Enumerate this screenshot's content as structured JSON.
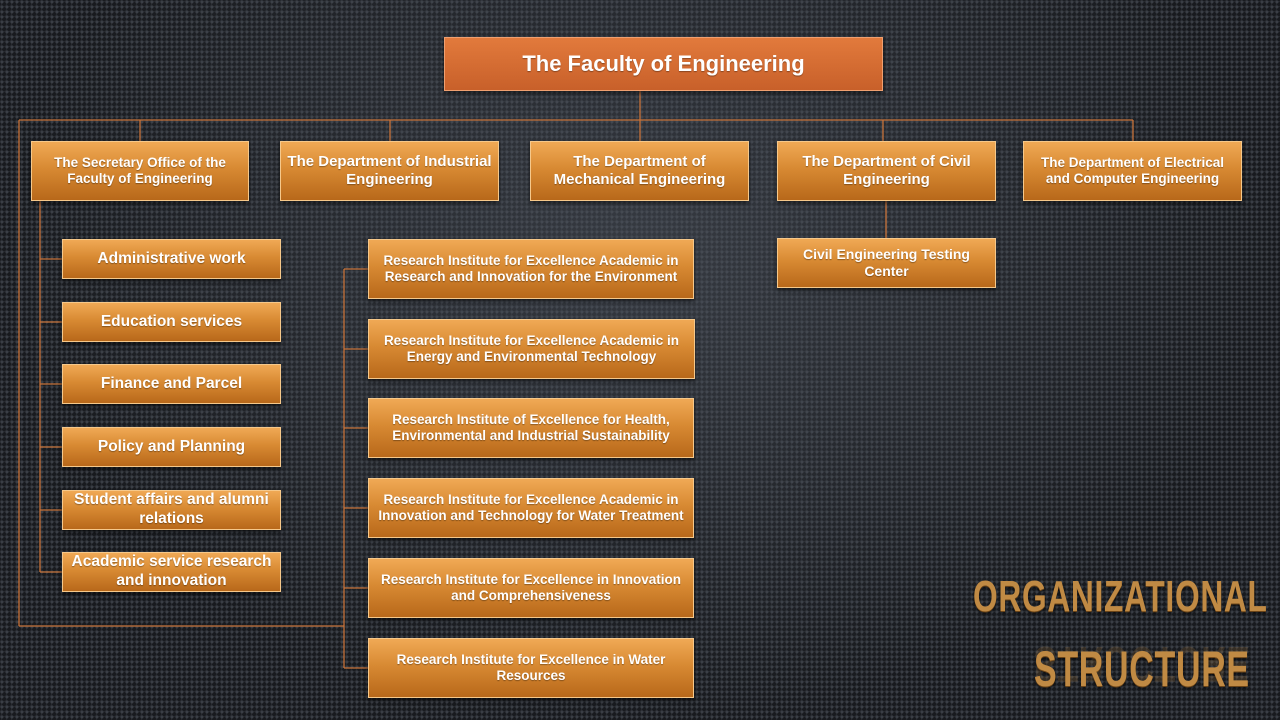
{
  "top": "The Faculty of Engineering",
  "departments": [
    "The Secretary Office of the Faculty of Engineering",
    "The Department of Industrial Engineering",
    "The Department of Mechanical Engineering",
    "The Department of Civil Engineering",
    "The Department of Electrical and Computer Engineering"
  ],
  "secretary_units": [
    "Administrative work",
    "Education services",
    "Finance and Parcel",
    "Policy and Planning",
    "Student affairs and alumni relations",
    "Academic service research and innovation"
  ],
  "research_institutes": [
    "Research Institute for Excellence Academic in Research and Innovation for the Environment",
    "Research Institute for Excellence Academic in Energy and Environmental Technology",
    "Research Institute of Excellence for Health, Environmental and Industrial Sustainability",
    "Research Institute for Excellence Academic in Innovation and Technology for Water Treatment",
    "Research Institute for Excellence in Innovation and Comprehensiveness",
    "Research Institute for Excellence in Water Resources"
  ],
  "civil_unit": "Civil Engineering Testing Center",
  "heading": {
    "line1": "ORGANIZATIONAL",
    "line2": "STRUCTURE"
  },
  "colors": {
    "box": "#d88a33",
    "top_box": "#c8602a",
    "connector": "#c8733a",
    "heading": "#c08a44"
  }
}
